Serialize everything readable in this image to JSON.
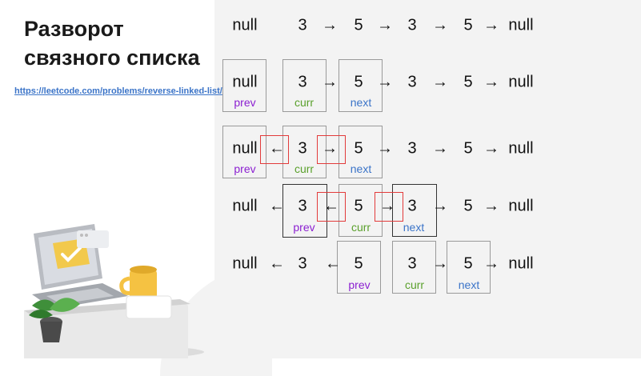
{
  "slide": {
    "title_line1": "Разворот",
    "title_line2": "связного списка",
    "link": "https://leetcode.com/problems/reverse-linked-list/"
  },
  "colors": {
    "prev": "#8b1fd1",
    "curr": "#5aa02c",
    "next": "#3b74c8",
    "highlight": "#e23b3b"
  },
  "diagram": {
    "rows": [
      {
        "tokens": [
          "null",
          "3",
          "→",
          "5",
          "→",
          "3",
          "→",
          "5",
          "→",
          "null"
        ],
        "labels": []
      },
      {
        "tokens": [
          "null",
          "3",
          "→",
          "5",
          "→",
          "3",
          "→",
          "5",
          "→",
          "null"
        ],
        "labels": [
          "prev",
          "curr",
          "next"
        ]
      },
      {
        "tokens": [
          "null",
          "←",
          "3",
          "→",
          "5",
          "→",
          "3",
          "→",
          "5",
          "→",
          "null"
        ],
        "labels": [
          "prev",
          "curr",
          "next"
        ]
      },
      {
        "tokens": [
          "null",
          "←",
          "3",
          "←",
          "5",
          "→",
          "3",
          "→",
          "5",
          "→",
          "null"
        ],
        "labels": [
          "prev",
          "curr",
          "next"
        ]
      },
      {
        "tokens": [
          "null",
          "←",
          "3",
          "←",
          "5",
          "3",
          "→",
          "5",
          "→",
          "null"
        ],
        "labels": [
          "prev",
          "curr",
          "next"
        ]
      }
    ]
  },
  "icons": [
    "laptop-checkmark-illustration",
    "coffee-mug-illustration",
    "plant-illustration"
  ]
}
